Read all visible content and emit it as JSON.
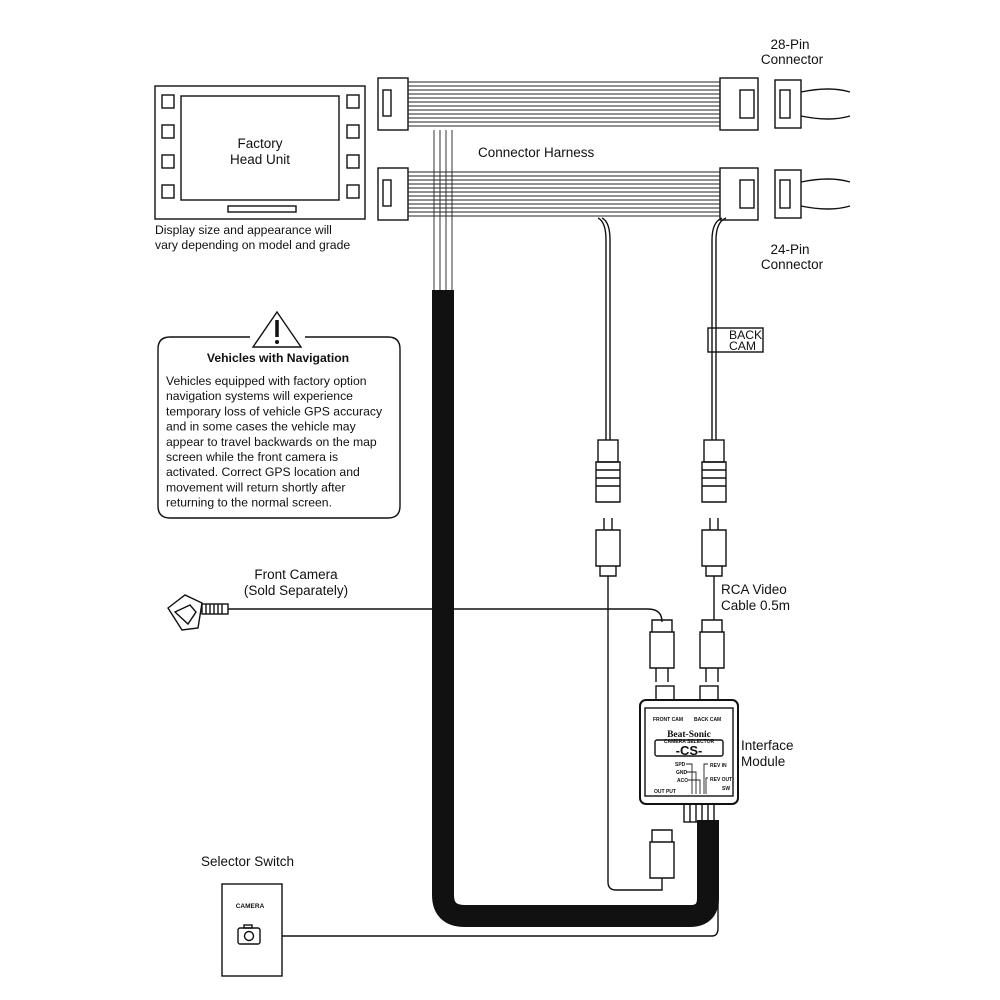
{
  "head_unit": {
    "title_line1": "Factory",
    "title_line2": "Head Unit",
    "caption_line1": "Display size and appearance will",
    "caption_line2": "vary depending on model and grade"
  },
  "connectors": {
    "pin28_line1": "28-Pin",
    "pin28_line2": "Connector",
    "pin24_line1": "24-Pin",
    "pin24_line2": "Connector",
    "harness_label": "Connector Harness",
    "back_cam_line1": "BACK",
    "back_cam_line2": "CAM"
  },
  "warning": {
    "title": "Vehicles with Navigation",
    "lines": [
      "Vehicles equipped with factory option",
      "navigation systems will experience",
      "temporary loss of vehicle GPS accuracy",
      "and in some cases the vehicle may",
      "appear to travel backwards on the map",
      "screen while the front camera is",
      "activated. Correct GPS location and",
      "movement will return shortly after",
      "returning to the normal screen."
    ]
  },
  "front_camera": {
    "line1": "Front Camera",
    "line2": "(Sold Separately)"
  },
  "rca_cable": {
    "line1": "RCA Video",
    "line2": "Cable 0.5m"
  },
  "module": {
    "label_line1": "Interface",
    "label_line2": "Module",
    "front_cam": "FRONT CAM",
    "back_cam": "BACK CAM",
    "brand": "Beat-Sonic",
    "subtitle": "CAMERA SELECTOR",
    "model": "-CS-",
    "spd": "SPD",
    "gnd": "GND",
    "acc": "ACC",
    "rev_in": "REV IN",
    "rev_out": "REV OUT",
    "sw": "SW",
    "output": "OUT PUT"
  },
  "selector_switch": {
    "label": "Selector Switch",
    "button_text": "CAMERA"
  }
}
